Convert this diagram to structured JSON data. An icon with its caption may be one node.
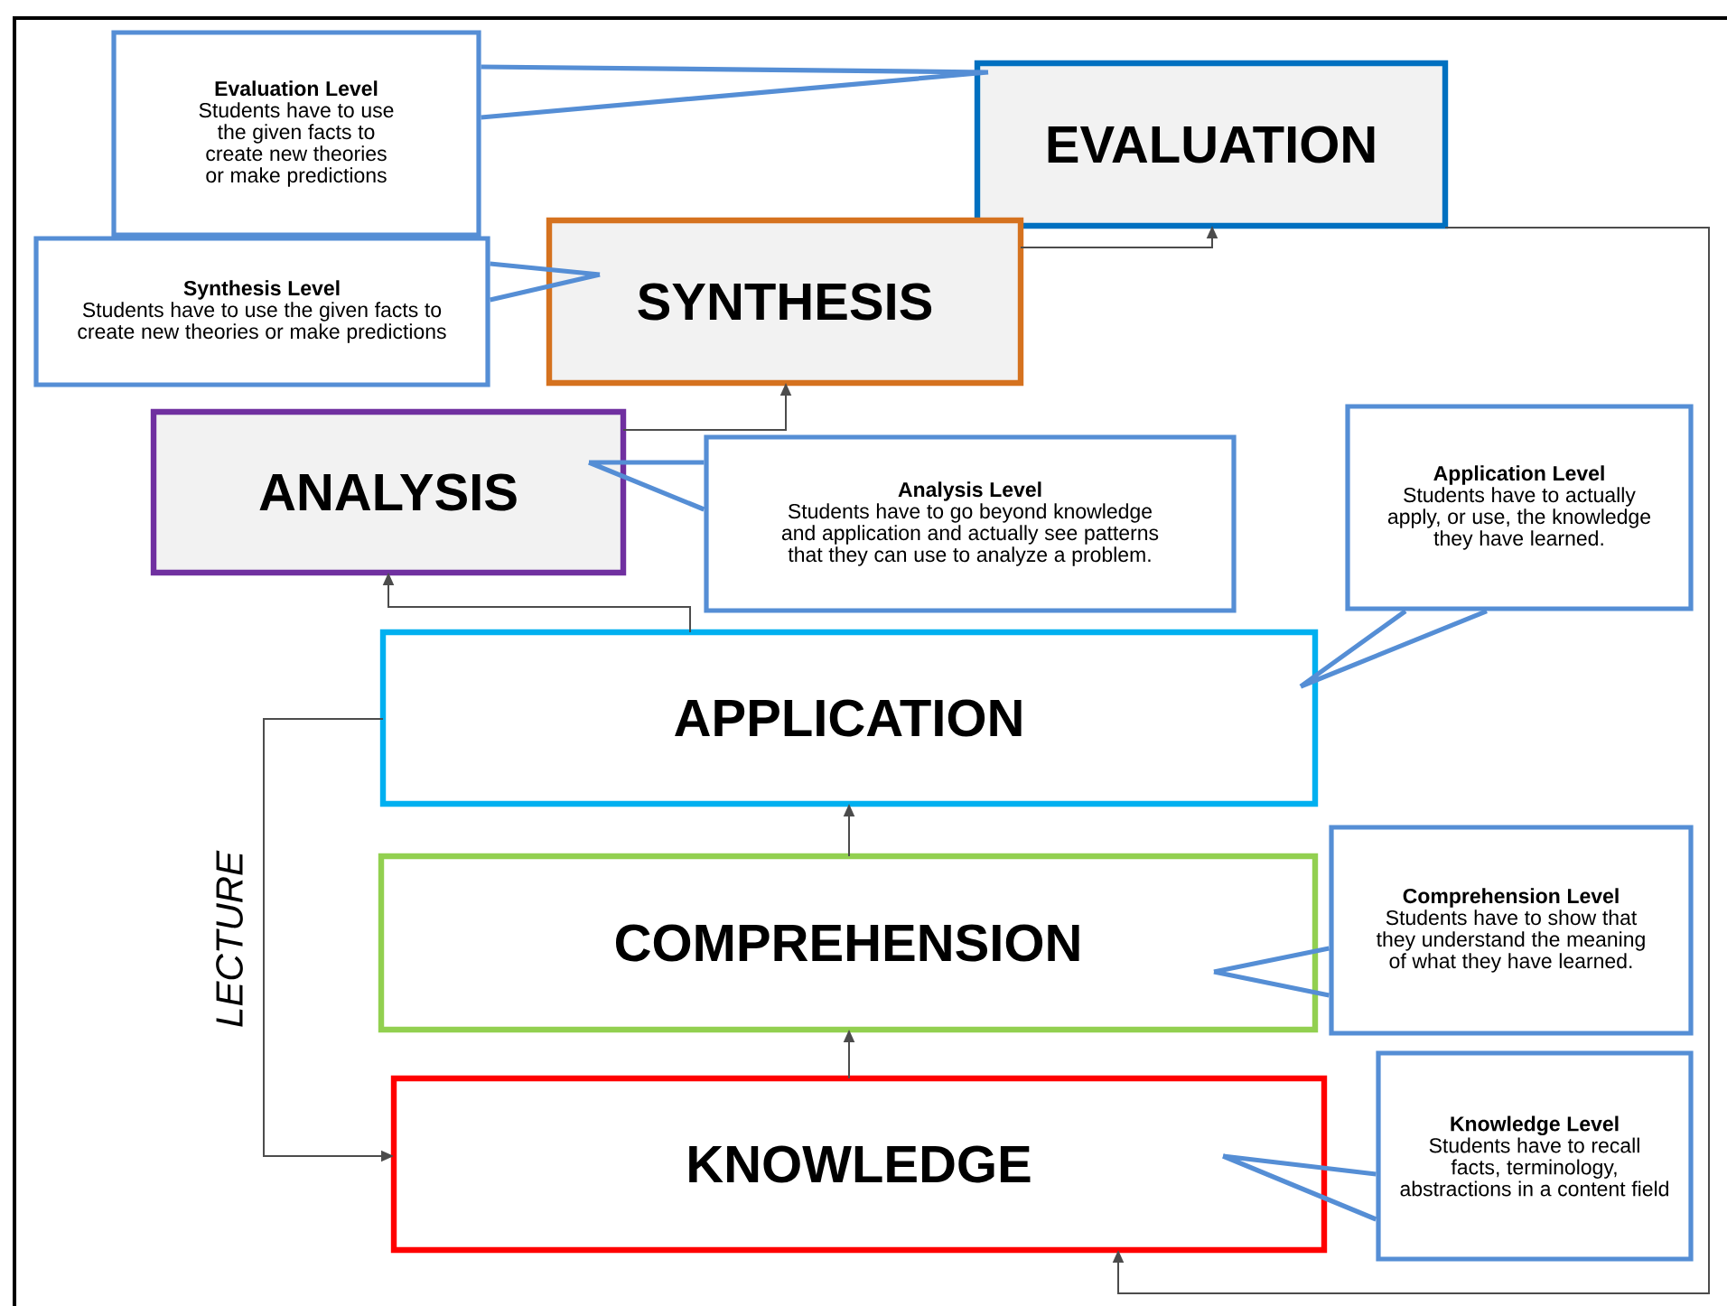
{
  "diagram": {
    "nodes": [
      {
        "text": [
          "Evaluation Level",
          "Students have to use the given facts to create new theories or make predictions"
        ]
      },
      {
        "text": [
          "EVALUATION"
        ]
      },
      {
        "text": [
          "Synthesis Level",
          "Students have to use the given facts to create new theories or make predictions"
        ]
      },
      {
        "text": [
          "SYNTHESIS"
        ]
      },
      {
        "text": [
          "ANALYSIS"
        ]
      },
      {
        "text": [
          "Analysis Level",
          "Students have to go beyond knowledge and application and actually see patterns that they can use to analyze a problem."
        ]
      },
      {
        "text": [
          "Application Level",
          "Students have to actually apply, or use, the knowledge they have learned."
        ]
      },
      {
        "text": [
          "APPLICATION"
        ]
      },
      {
        "text": [
          "COMPREHENSION"
        ]
      },
      {
        "text": [
          "Comprehension Level",
          "Students have to show that they understand the meaning of what they have learned."
        ]
      },
      {
        "text": [
          "KNOWLEDGE"
        ]
      },
      {
        "text": [
          "Knowledge Level",
          "Students have to recall facts, terminology, abstractions in a content field"
        ]
      }
    ],
    "edges": [
      {
        "from": 0,
        "to": 1,
        "arrow": "none",
        "color": "#558ed5",
        "style": "thick"
      },
      {
        "from": 2,
        "to": 3,
        "arrow": "none",
        "color": "#558ed5",
        "style": "thick"
      },
      {
        "from": 5,
        "to": 4,
        "arrow": "none",
        "color": "#558ed5",
        "style": "thick"
      },
      {
        "from": 6,
        "to": 7,
        "arrow": "none",
        "color": "#558ed5",
        "style": "thick"
      },
      {
        "from": 9,
        "to": 8,
        "arrow": "none",
        "color": "#558ed5",
        "style": "thick"
      },
      {
        "from": 11,
        "to": 10,
        "arrow": "none",
        "color": "#558ed5",
        "style": "thick"
      },
      {
        "from": 10,
        "to": 8,
        "arrow": "to"
      },
      {
        "from": 8,
        "to": 7,
        "arrow": "to"
      },
      {
        "from": 7,
        "to": 4,
        "arrow": "to"
      },
      {
        "from": 4,
        "to": 3,
        "arrow": "to"
      },
      {
        "from": 3,
        "to": 1,
        "arrow": "to"
      },
      {
        "from": 1,
        "to": 10,
        "arrow": "to"
      },
      {
        "from": 7,
        "to": 10,
        "arrow": "to",
        "label": "LECTURE"
      }
    ]
  }
}
